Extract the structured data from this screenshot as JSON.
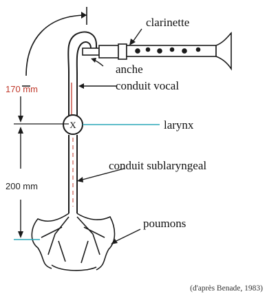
{
  "diagram": {
    "labels": {
      "clarinet": "clarinette",
      "reed": "anche",
      "vocal_tract": "conduit vocal",
      "larynx": "larynx",
      "larynx_symbol": "X",
      "subglottal": "conduit sublaryngeal",
      "lungs": "poumons"
    },
    "dimensions": {
      "upper": "170 mm",
      "lower": "200 mm"
    },
    "citation": "(d'après Benade, 1983)",
    "colors": {
      "ink": "#1a1a1a",
      "accent_line": "#2aa7b8",
      "accent_red": "#c0392b"
    }
  }
}
